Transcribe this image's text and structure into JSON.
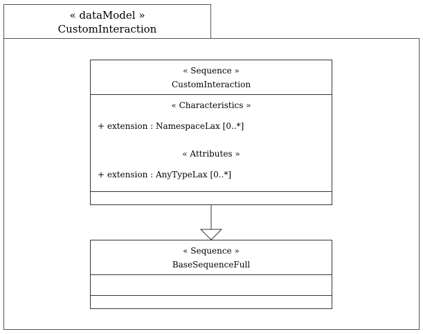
{
  "package": {
    "stereotype": "« dataModel »",
    "name": "CustomInteraction"
  },
  "classes": {
    "custom": {
      "stereotype": "« Sequence »",
      "name": "CustomInteraction",
      "characteristics_label": "« Characteristics »",
      "characteristics": [
        "+ extension : NamespaceLax [0..*]"
      ],
      "attributes_label": "« Attributes »",
      "attributes": [
        "+ extension : AnyTypeLax [0..*]"
      ]
    },
    "base": {
      "stereotype": "« Sequence »",
      "name": "BaseSequenceFull"
    }
  },
  "relationship": {
    "type": "generalization"
  }
}
